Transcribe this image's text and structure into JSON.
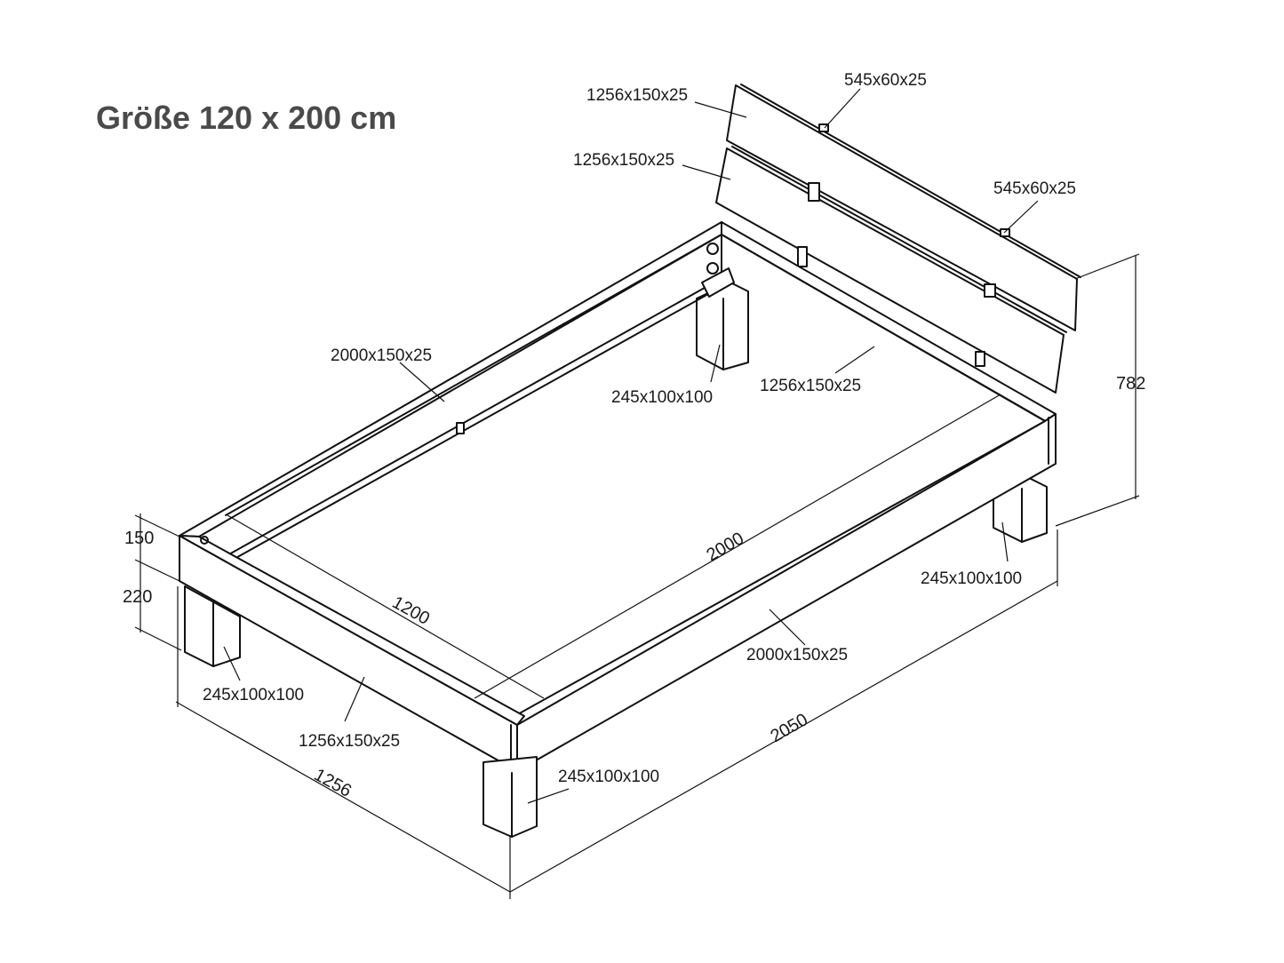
{
  "title": "Größe 120 x 200 cm",
  "parts": {
    "headboard_top_board": "1256x150x25",
    "headboard_lower_board": "1256x150x25",
    "headboard_batten_left": "545x60x25",
    "headboard_batten_right": "545x60x25",
    "side_rail_left": "2000x150x25",
    "head_rail": "1256x150x25",
    "leg_back_left": "245x100x100",
    "leg_back_right": "245x100x100",
    "leg_front_left": "245x100x100",
    "leg_front_right": "245x100x100",
    "side_rail_right": "2000x150x25",
    "foot_rail": "1256x150x25"
  },
  "dimensions": {
    "rail_height": "150",
    "leg_clearance": "220",
    "headboard_height": "782",
    "inner_width": "1200",
    "inner_length": "2000",
    "total_width": "1256",
    "total_length": "2050"
  }
}
